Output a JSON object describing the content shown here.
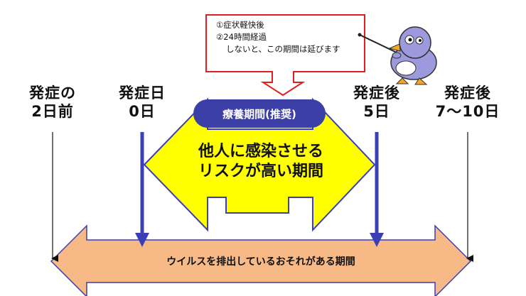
{
  "callout": {
    "line1": "①症状軽快後",
    "line2": "②24時間経過",
    "line3": "しないと、この期間は延びます"
  },
  "labels": {
    "onset_minus2_l1": "発症の",
    "onset_minus2_l2": "2日前",
    "onset_day_l1": "発症日",
    "onset_day_l2": "0日",
    "after5_l1": "発症後",
    "after5_l2": "5日",
    "after7_l1": "発症後",
    "after7_l2": "7～10日"
  },
  "banner": {
    "text": "療養期間(推奨)"
  },
  "center": {
    "line1": "他人に感染させる",
    "line2": "リスクが高い期間"
  },
  "bottom": {
    "text": "ウイルスを排出しているおそれがある期間"
  },
  "colors": {
    "yellow": "#FFFF00",
    "navy": "#3B3FA6",
    "orange": "#F7B985",
    "red": "#E02020",
    "arrow_blue": "#3A3FB8"
  },
  "mascot": {
    "icon": "bird-teacher-icon"
  }
}
